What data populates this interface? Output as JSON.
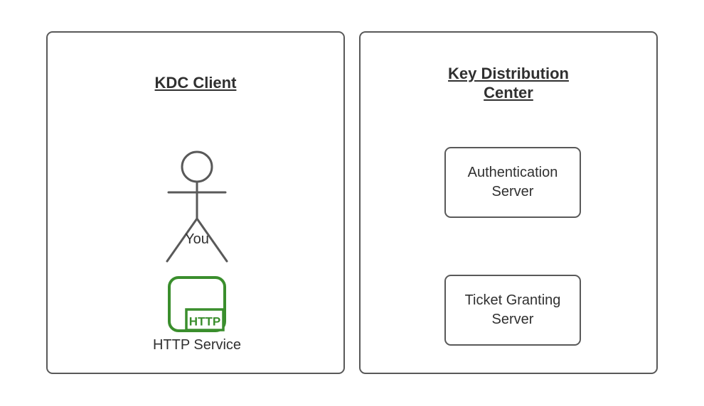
{
  "diagram": {
    "left_panel": {
      "title": "KDC Client",
      "actor": {
        "icon": "stick-figure-icon",
        "label": "You"
      },
      "service": {
        "icon": "http-service-icon",
        "badge_text": "HTTP",
        "label": "HTTP Service"
      }
    },
    "right_panel": {
      "title_lines": [
        "Key Distribution",
        "Center"
      ],
      "servers": [
        {
          "label_lines": [
            "Authentication",
            "Server"
          ]
        },
        {
          "label_lines": [
            "Ticket Granting",
            "Server"
          ]
        }
      ]
    },
    "colors": {
      "panel_border_gray": "#595959",
      "text_dark": "#303030",
      "service_green": "#3a8e2d",
      "background": "#ffffff"
    }
  }
}
